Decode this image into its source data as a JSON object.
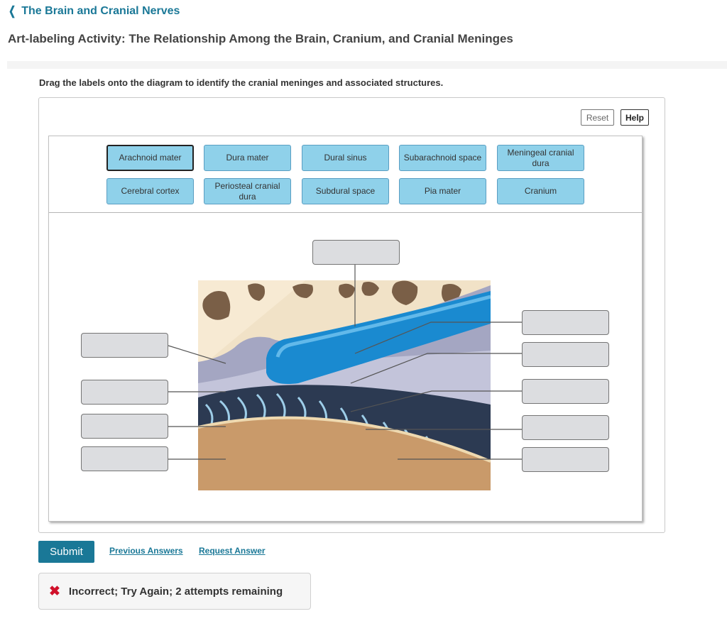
{
  "nav": {
    "back_label": "The Brain and Cranial Nerves"
  },
  "page": {
    "title": "Art-labeling Activity: The Relationship Among the Brain, Cranium, and Cranial Meninges",
    "instructions": "Drag the labels onto the diagram to identify the cranial meninges and associated structures."
  },
  "controls": {
    "reset_label": "Reset",
    "help_label": "Help"
  },
  "labels": [
    {
      "text": "Arachnoid mater"
    },
    {
      "text": "Dura mater"
    },
    {
      "text": "Dural sinus"
    },
    {
      "text": "Subarachnoid space"
    },
    {
      "text": "Meningeal cranial dura"
    },
    {
      "text": "Cerebral cortex"
    },
    {
      "text": "Periosteal cranial dura"
    },
    {
      "text": "Subdural space"
    },
    {
      "text": "Pia mater"
    },
    {
      "text": "Cranium"
    }
  ],
  "selected_label_index": 0,
  "drop_targets_count": 10,
  "diagram_colors": {
    "bone_background": "#f1e2c7",
    "bone_pore": "#7a5f47",
    "dura": "#a4a6c2",
    "sinus": "#1a8ad0",
    "web": "#2c3a52",
    "cortex": "#c99a6a"
  },
  "footer": {
    "submit_label": "Submit",
    "previous_answers_label": "Previous Answers",
    "request_answer_label": "Request Answer"
  },
  "feedback": {
    "icon": "x-icon",
    "message": "Incorrect; Try Again; 2 attempts remaining"
  },
  "colors": {
    "accent": "#1a7897",
    "label_chip": "#8fd1ea",
    "error": "#d0102a"
  }
}
